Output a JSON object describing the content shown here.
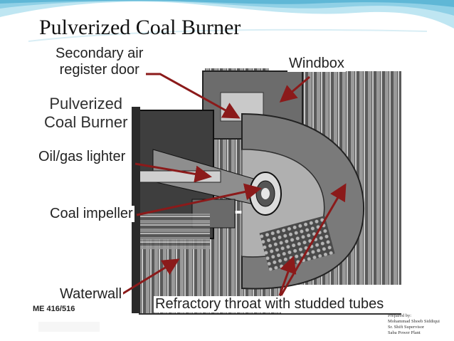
{
  "slide": {
    "title": "Pulverized Coal Burner",
    "colors": {
      "accent": "#5fb7d6",
      "arrow": "#8b1a1a",
      "label": "#222222"
    }
  },
  "figure": {
    "heading": [
      "Pulverized",
      "Coal Burner"
    ],
    "labels": {
      "secondary_air": [
        "Secondary air",
        "register door"
      ],
      "windbox": "Windbox",
      "oil_gas_lighter": "Oil/gas lighter",
      "coal_impeller": "Coal impeller",
      "waterwall": "Waterwall",
      "refractory_throat": "Refractory throat with studded tubes",
      "course_code": "ME 416/516"
    }
  },
  "credits": {
    "lines": [
      "Prepared by:",
      "Mohammad Shoeb Siddiqui",
      "Sr. Shift Supervisor",
      "Saba Power Plant"
    ]
  }
}
